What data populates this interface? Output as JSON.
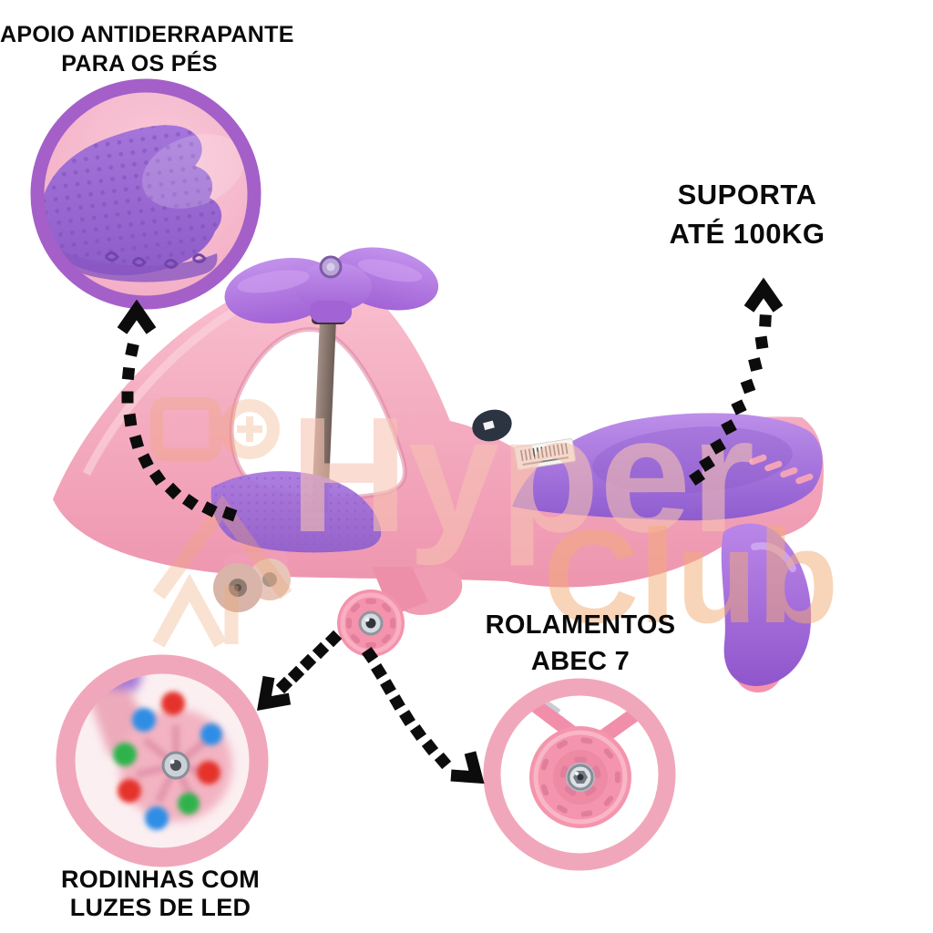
{
  "callouts": {
    "foot_support": {
      "line1": "APOIO ANTIDERRAPANTE",
      "line2": "PARA OS PÉS"
    },
    "weight_capacity": {
      "line1": "SUPORTA",
      "line2": "ATÉ 100KG"
    },
    "bearings": {
      "line1": "ROLAMENTOS",
      "line2": "ABEC 7"
    },
    "led_wheels": {
      "line1": "RODINHAS COM",
      "line2": "LUZES DE LED"
    }
  },
  "watermark": {
    "brand_line1": "Hyper",
    "brand_line2": "Club"
  },
  "colors": {
    "body_pink": "#f2a0b8",
    "accent_purple": "#a873dc",
    "steering_purple": "#b67ce4",
    "ring_purple": "#a460c8",
    "ring_pink": "#f1a7bb",
    "arrow_black": "#0c0c0c",
    "led_red": "#e53229",
    "led_blue": "#2e8de5",
    "led_green": "#2eb34c",
    "watermark_salmon": "#f7c3b2",
    "watermark_orange": "#f3ad76"
  }
}
